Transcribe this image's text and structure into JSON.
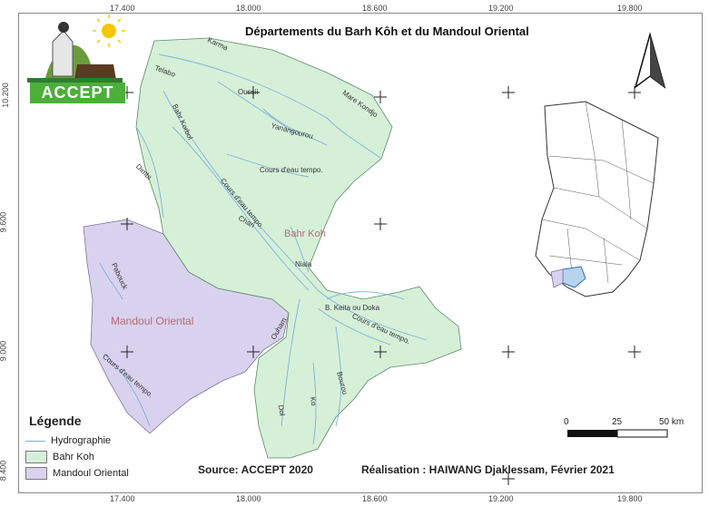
{
  "title": "Départements du Barh Kôh et du Mandoul Oriental",
  "grid_labels": {
    "top": [
      "17.400",
      "18.000",
      "18.600",
      "19.200",
      "19.800"
    ],
    "bottom": [
      "17.400",
      "18.000",
      "18.600",
      "19.200",
      "19.800"
    ],
    "left": [
      "10.200",
      "9.600",
      "9.000",
      "8.400"
    ]
  },
  "logo": {
    "text": "ACCEPT"
  },
  "regions": {
    "bahr_koh": {
      "name": "Bahr Koh",
      "fill": "#d6f0d8"
    },
    "mandoul_oriental": {
      "name": "Mandoul Oriental",
      "fill": "#d9d2ee"
    }
  },
  "water_labels": [
    "Karma",
    "Telabo",
    "Oussii",
    "Mare Kondjo",
    "Bahr Korbol",
    "Yanangourou",
    "Cours d'eau tempo.",
    "Dimbi",
    "Cours d'eau tempo.",
    "Chari",
    "Niala",
    "B. Keita ou Doka",
    "Cours d'eau tempo.",
    "Ouham",
    "Bourou",
    "Ko",
    "Dol",
    "Pabouck",
    "Cours d'eau tempo."
  ],
  "legend": {
    "title": "Légende",
    "items": [
      {
        "label": "Hydrographie",
        "kind": "line",
        "color": "#7fb0dd"
      },
      {
        "label": "Bahr Koh",
        "kind": "fill",
        "color": "#d6f0d8"
      },
      {
        "label": "Mandoul Oriental",
        "kind": "fill",
        "color": "#d9d2ee"
      }
    ]
  },
  "scale": {
    "labels": [
      "0",
      "25",
      "50 km"
    ]
  },
  "source": "Source: ACCEPT 2020",
  "credit": "Réalisation : HAIWANG Djaklessam, Février 2021"
}
